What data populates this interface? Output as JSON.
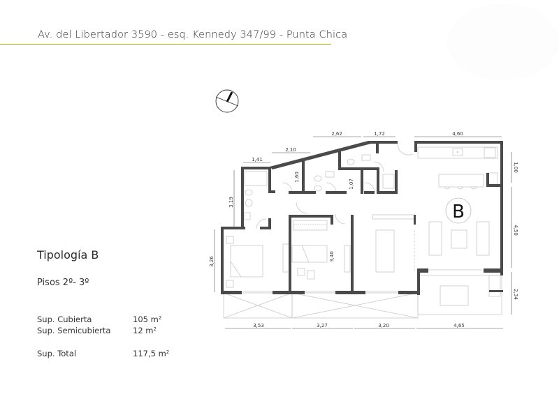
{
  "header": {
    "address": "Av. del Libertador 3590 - esq. Kennedy 347/99 - Punta Chica",
    "rule_color": "#b8c218"
  },
  "unit": {
    "title": "Tipología B",
    "floors": "Pisos 2º- 3º",
    "plan_label": "B"
  },
  "areas": [
    {
      "label": "Sup. Cubierta",
      "value": "105 m",
      "unit_sup": "2"
    },
    {
      "label": "Sup. Semicubierta",
      "value": "12 m",
      "unit_sup": "2"
    },
    {
      "label": "Sup. Total",
      "value": "117,5 m",
      "unit_sup": "2"
    }
  ],
  "compass": {
    "icon": "north-arrow-icon"
  },
  "dimensions": {
    "top": [
      "2,62",
      "1,72",
      "4,60"
    ],
    "upper_left": [
      "2,10",
      "1,41"
    ],
    "interior": [
      "1,60",
      "1,07",
      "3,40"
    ],
    "left": [
      "3,19",
      "3,26"
    ],
    "right": [
      "1,00",
      "4,50",
      "2,34"
    ],
    "bottom": [
      "3,53",
      "3,27",
      "3,20",
      "4,65"
    ]
  },
  "colors": {
    "wall": "#4a4a4a",
    "furniture": "#c8c8c8",
    "dim_line": "#555555"
  }
}
